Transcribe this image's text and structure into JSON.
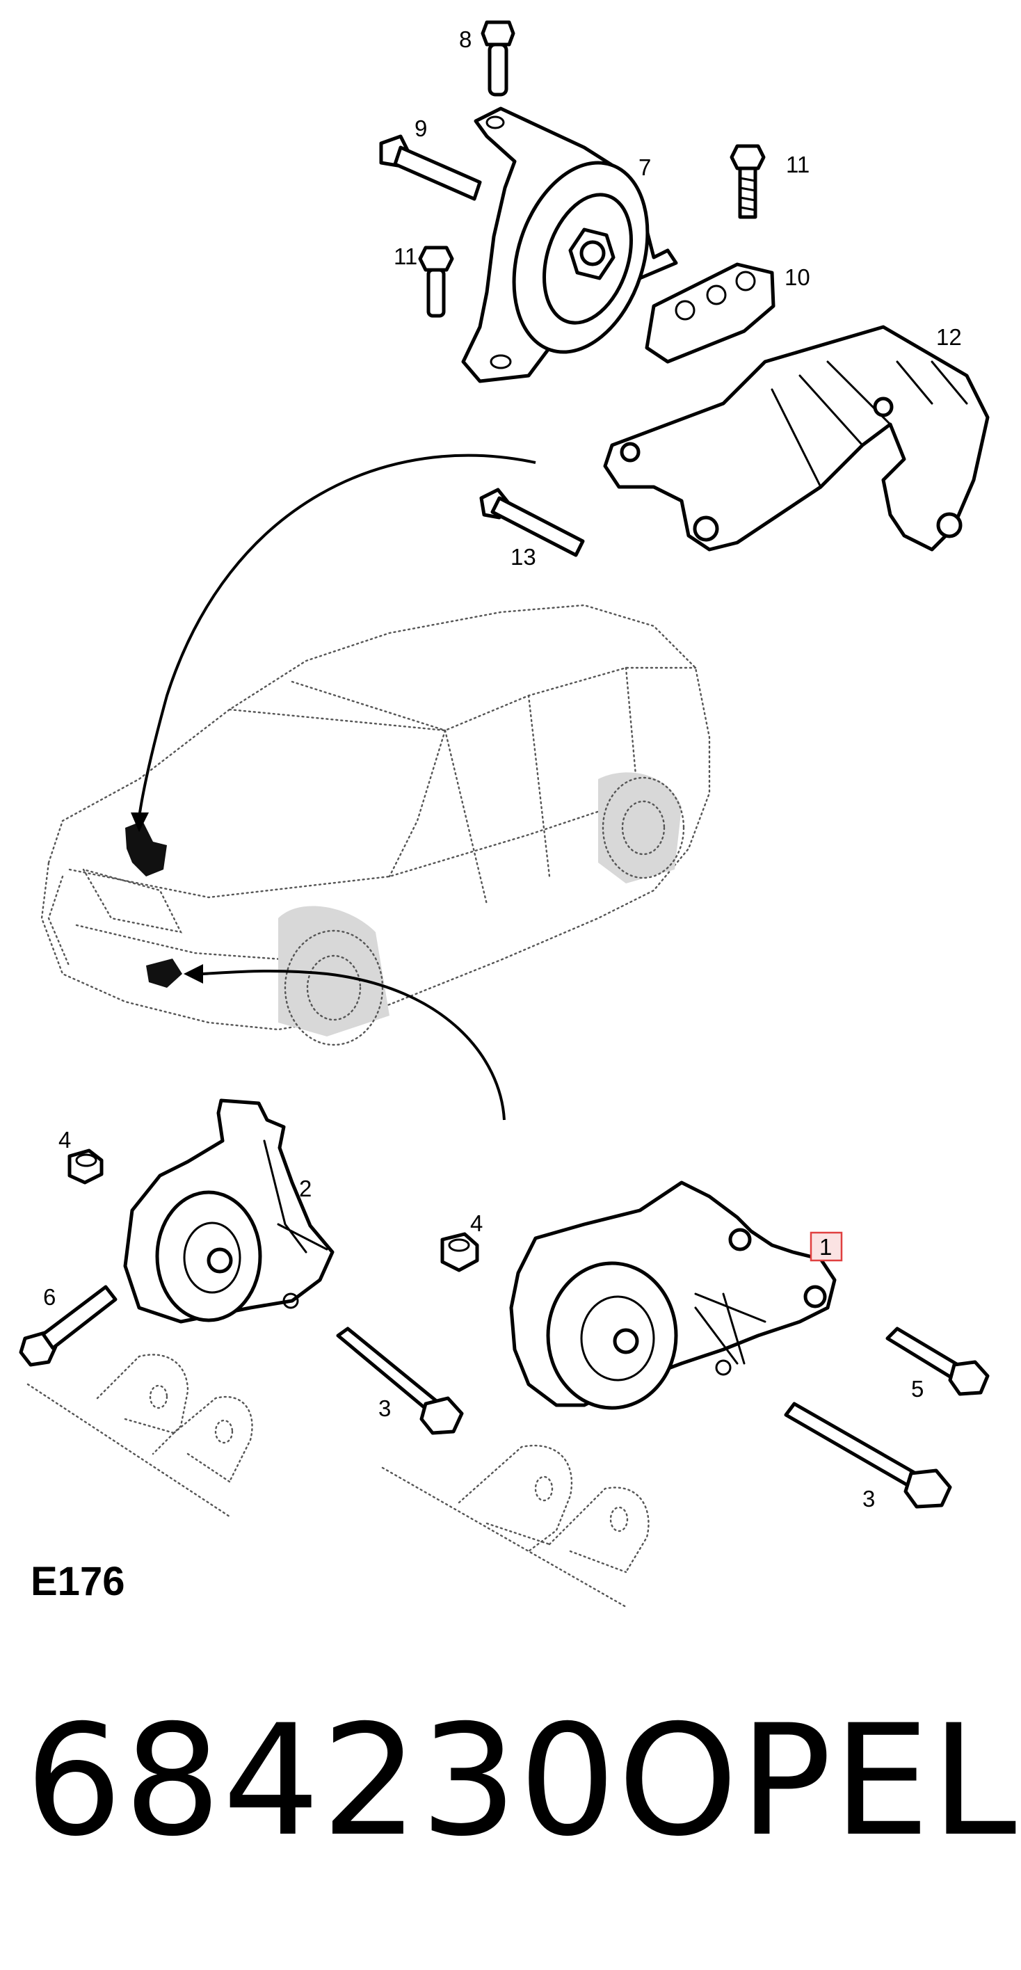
{
  "diagram": {
    "code": "E176",
    "part_number": "684230",
    "brand": "OPEL",
    "callouts": [
      {
        "id": "8",
        "text": "8"
      },
      {
        "id": "9",
        "text": "9"
      },
      {
        "id": "7",
        "text": "7"
      },
      {
        "id": "11a",
        "text": "11"
      },
      {
        "id": "11b",
        "text": "11"
      },
      {
        "id": "10",
        "text": "10"
      },
      {
        "id": "12",
        "text": "12"
      },
      {
        "id": "13",
        "text": "13"
      },
      {
        "id": "4a",
        "text": "4"
      },
      {
        "id": "2",
        "text": "2"
      },
      {
        "id": "4b",
        "text": "4"
      },
      {
        "id": "1",
        "text": "1"
      },
      {
        "id": "6",
        "text": "6"
      },
      {
        "id": "3a",
        "text": "3"
      },
      {
        "id": "5",
        "text": "5"
      },
      {
        "id": "3b",
        "text": "3"
      }
    ],
    "highlighted_callout": "1",
    "highlight_color": "#e04040"
  }
}
